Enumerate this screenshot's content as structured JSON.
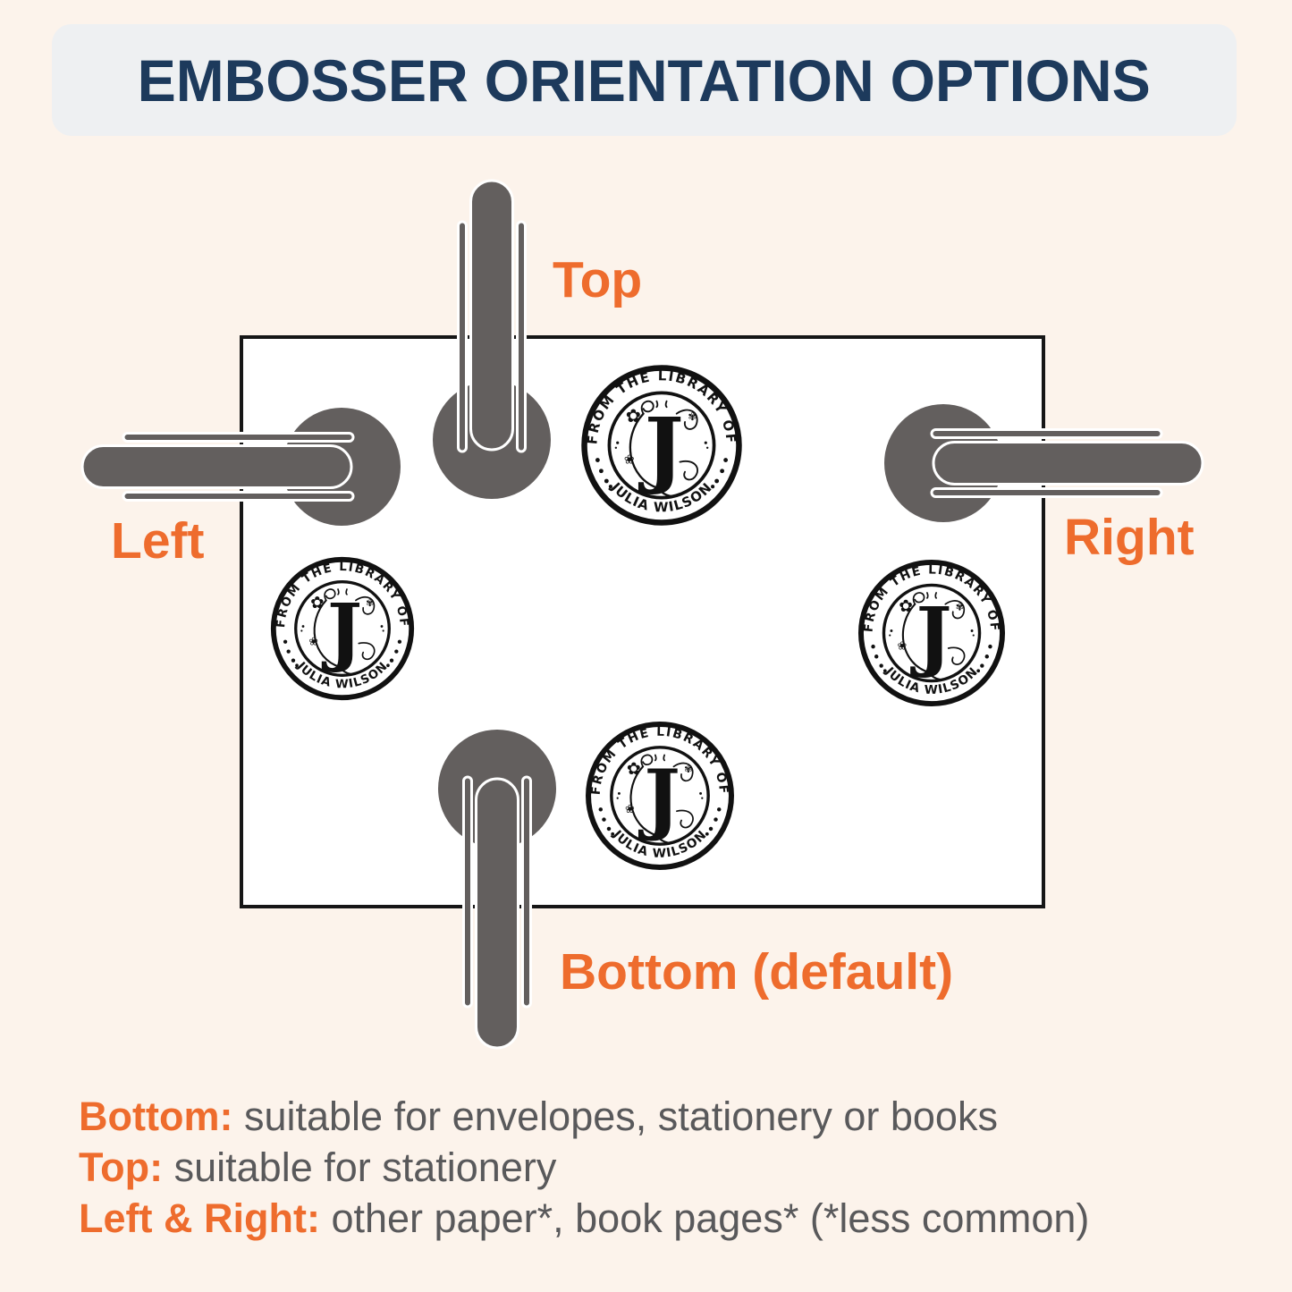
{
  "title": "EMBOSSER ORIENTATION OPTIONS",
  "orientation_labels": {
    "top": "Top",
    "left": "Left",
    "right": "Right",
    "bottom": "Bottom (default)"
  },
  "seal": {
    "arc_top": "FROM THE LIBRARY OF",
    "monogram": "J",
    "arc_bottom": "JULIA WILSON"
  },
  "icons": {
    "flower_large": "✿",
    "flower_small": "❀",
    "flower_accent": "✾"
  },
  "notes": [
    {
      "label": "Bottom:",
      "text": "suitable for envelopes, stationery or books"
    },
    {
      "label": "Top:",
      "text": "suitable for stationery"
    },
    {
      "label": "Left & Right:",
      "text": "other paper*, book pages* (*less common)"
    }
  ],
  "colors": {
    "background": "#fcf3eb",
    "title_bar": "#eef0f2",
    "title_text": "#1d3a5c",
    "accent_orange": "#ee6c2d",
    "note_text": "#59595b",
    "embosser_gray": "#635f5e",
    "paper_fill": "#ffffff",
    "paper_border": "#161616",
    "seal_ink": "#111111"
  }
}
